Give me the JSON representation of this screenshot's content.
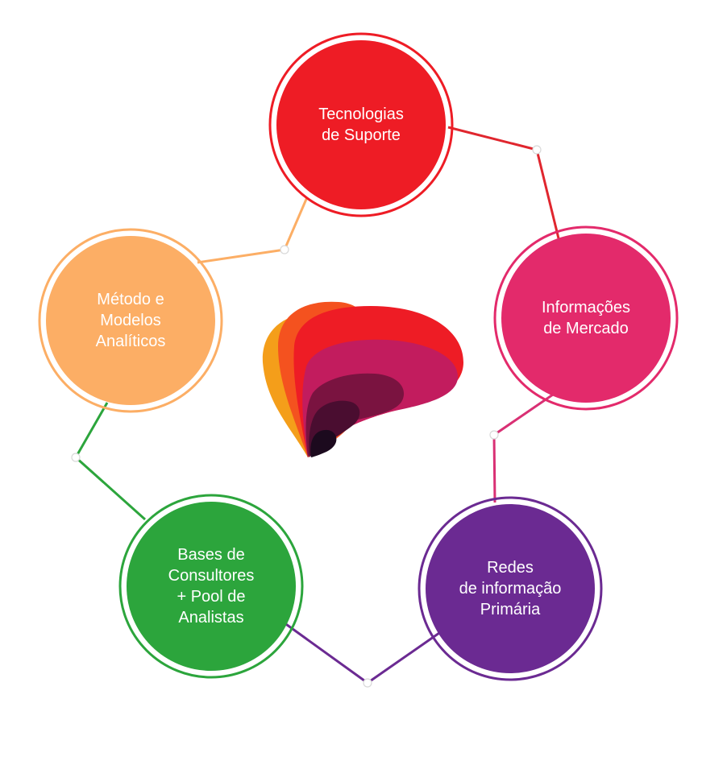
{
  "diagram": {
    "nodes": [
      {
        "id": "tecnologias",
        "label": "Tecnologias\nde Suporte",
        "color": "#ee1c25",
        "connector_color": "#e0262e"
      },
      {
        "id": "informacoes",
        "label": "Informações\nde Mercado",
        "color": "#e32a6b",
        "connector_color": "#d93074"
      },
      {
        "id": "redes",
        "label": "Redes\nde informação\nPrimária",
        "color": "#6b2a92",
        "connector_color": "#6b2a92"
      },
      {
        "id": "bases",
        "label": "Bases de\nConsultores\n+ Pool de\nAnalistas",
        "color": "#2ca53c",
        "connector_color": "#2ca53c"
      },
      {
        "id": "metodo",
        "label": "Método e\nModelos\nAnalíticos",
        "color": "#fcae65",
        "connector_color": "#fcae65"
      }
    ],
    "logo_colors": [
      "#f49e1a",
      "#f4521f",
      "#ee1c25",
      "#c21c5e",
      "#7a1340",
      "#4a0d30",
      "#1c0a1e"
    ]
  }
}
